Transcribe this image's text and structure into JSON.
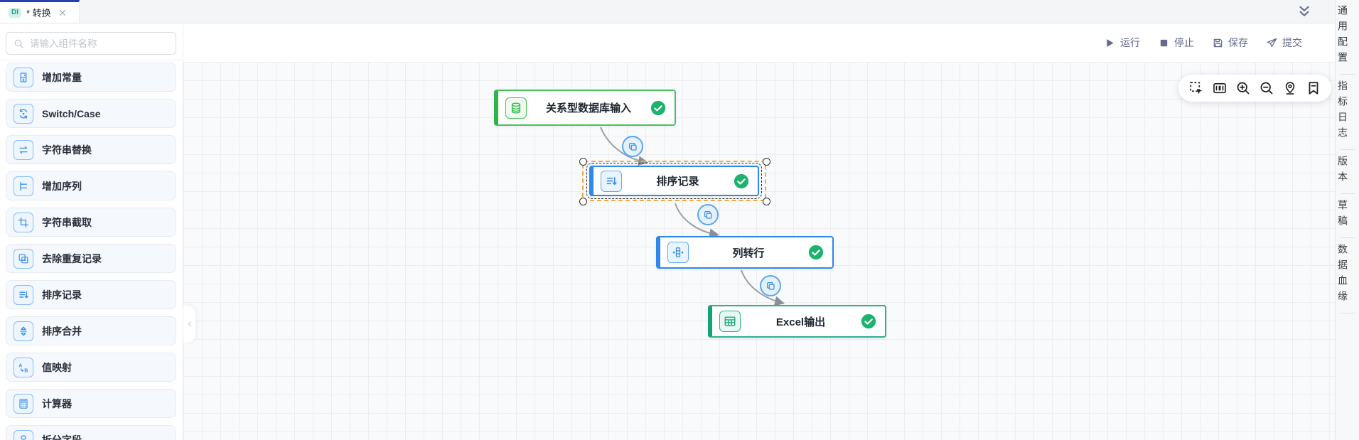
{
  "colors": {
    "accent_blue": "#2f87ea",
    "node_green_border": "#49c15b",
    "node_green_bar": "#2fb24a",
    "node_teal_border": "#2cb18c",
    "node_teal_bar": "#14a378",
    "success_check": "#1db36e",
    "selection_orange": "#f7a940",
    "tab_indicator": "#2440b3",
    "toolbar_text": "#646a8c",
    "connector_gray": "#9aa0a6",
    "di_badge_bg": "#d5f0ec",
    "di_badge_text": "#18a58c"
  },
  "tab_bar": {
    "active_tab": {
      "badge": "DI",
      "title": "* 转换",
      "close_icon": "close"
    },
    "collapse_icon": "double-chevron-down"
  },
  "header_toolbar": {
    "buttons": [
      {
        "icon": "play",
        "label": "运行"
      },
      {
        "icon": "stop",
        "label": "停止"
      },
      {
        "icon": "save",
        "label": "保存"
      },
      {
        "icon": "send",
        "label": "提交"
      }
    ]
  },
  "sidebar": {
    "search_placeholder": "请输入组件名称",
    "search_icon": "search",
    "items": [
      {
        "icon": "add-constant",
        "label": "增加常量"
      },
      {
        "icon": "switch-case",
        "label": "Switch/Case"
      },
      {
        "icon": "string-replace",
        "label": "字符串替换"
      },
      {
        "icon": "add-sequence",
        "label": "增加序列"
      },
      {
        "icon": "string-substr",
        "label": "字符串截取"
      },
      {
        "icon": "dedupe",
        "label": "去除重复记录"
      },
      {
        "icon": "sort-records",
        "label": "排序记录"
      },
      {
        "icon": "sort-merge",
        "label": "排序合并"
      },
      {
        "icon": "value-map",
        "label": "值映射"
      },
      {
        "icon": "calculator",
        "label": "计算器"
      },
      {
        "icon": "split-field",
        "label": "拆分字段"
      }
    ]
  },
  "canvas": {
    "nodes": [
      {
        "id": "node-1",
        "label": "关系型数据库输入",
        "icon": "database",
        "theme": "green",
        "status": "success",
        "selected": false
      },
      {
        "id": "node-2",
        "label": "排序记录",
        "icon": "sort-records",
        "theme": "blue",
        "status": "success",
        "selected": true
      },
      {
        "id": "node-3",
        "label": "列转行",
        "icon": "col-to-row",
        "theme": "blue",
        "status": "success",
        "selected": false
      },
      {
        "id": "node-4",
        "label": "Excel输出",
        "icon": "excel-table",
        "theme": "teal",
        "status": "success",
        "selected": false
      }
    ],
    "edges": [
      {
        "from": "关系型数据库输入",
        "to": "排序记录",
        "badge_icon": "copy"
      },
      {
        "from": "排序记录",
        "to": "列转行",
        "badge_icon": "copy"
      },
      {
        "from": "列转行",
        "to": "Excel输出",
        "badge_icon": "copy"
      }
    ],
    "toolbar_icons": [
      "marquee-select",
      "minimap",
      "zoom-in",
      "zoom-out",
      "locate",
      "bookmark"
    ],
    "collapse_handle_icon": "chevron-left"
  },
  "right_panel": {
    "items": [
      "通用配置",
      "指标日志",
      "版本",
      "草稿",
      "数据血缘"
    ]
  }
}
